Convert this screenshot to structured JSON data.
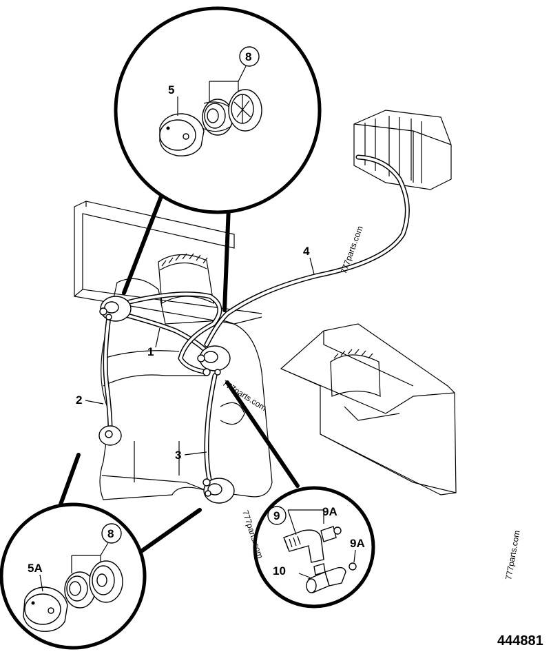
{
  "figure_number": "444881",
  "watermarks": [
    "777parts.com",
    "777parts.com",
    "777parts.com",
    "777parts.com"
  ],
  "callouts": {
    "c1": "1",
    "c2": "2",
    "c3": "3",
    "c4": "4",
    "c5": "5",
    "c5a": "5A",
    "c8_top": "8",
    "c8_bottom": "8",
    "c9": "9",
    "c9a_1": "9A",
    "c9a_2": "9A",
    "c10": "10"
  }
}
